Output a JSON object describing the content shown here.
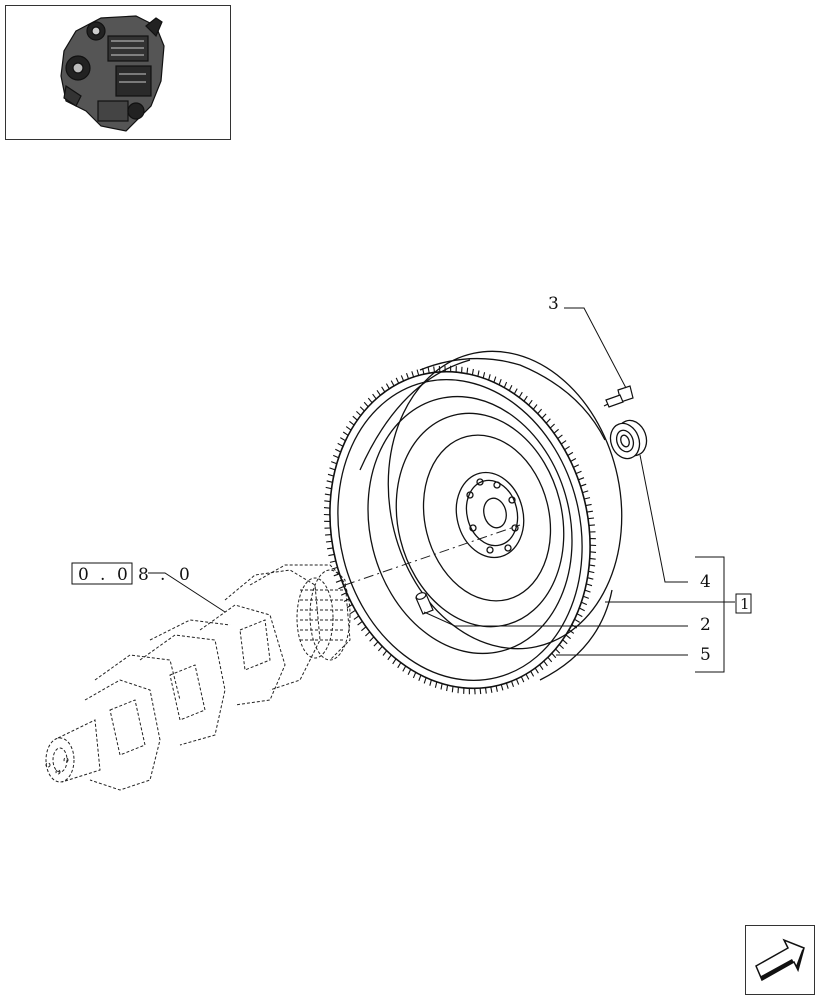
{
  "callouts": {
    "c3": "3",
    "c4": "4",
    "c2": "2",
    "c5": "5",
    "c1": "1"
  },
  "reference": {
    "d1": "0",
    "d2": ".",
    "d3": "0",
    "d4": "8",
    "d5": ".",
    "d6": "0"
  },
  "icons": {
    "thumbnail": "engine-assembly-icon",
    "navigation": "next-page-arrow-icon"
  }
}
